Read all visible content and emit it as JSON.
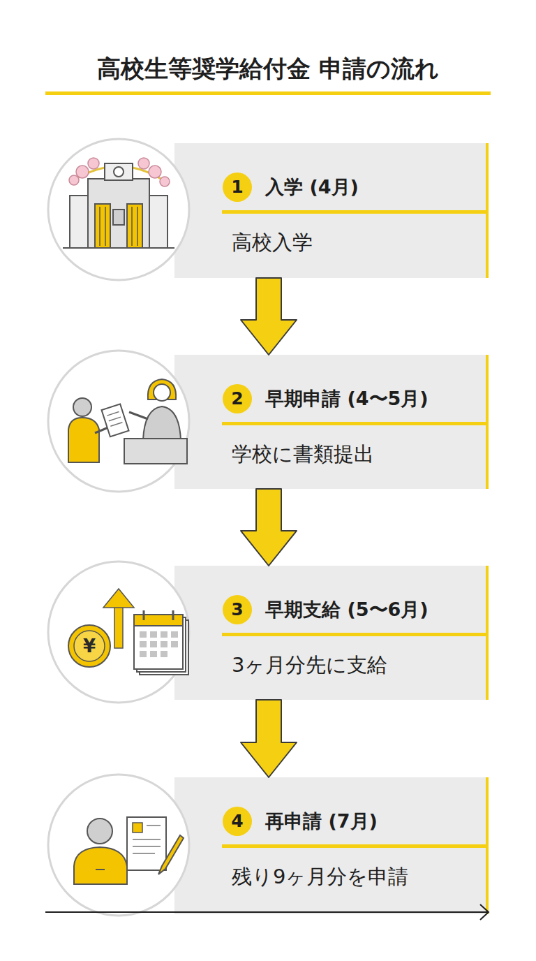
{
  "diagram": {
    "title": "高校生等奨学給付金 申請の流れ",
    "nodes": [
      {
        "text": [
          "入学 (4月)",
          "高校入学"
        ]
      },
      {
        "text": [
          "1"
        ],
        "in": 0
      },
      {
        "text": [
          "早期申請 (4〜5月)",
          "学校に書類提出"
        ]
      },
      {
        "text": [
          "2"
        ],
        "in": 2
      },
      {
        "text": [
          "早期支給 (5〜6月)",
          "3ヶ月分先に支給"
        ]
      },
      {
        "text": [
          "3"
        ],
        "in": 4
      },
      {
        "text": [
          "再申請 (7月)",
          "残り9ヶ月分を申請"
        ]
      },
      {
        "text": [
          "4"
        ],
        "in": 6
      }
    ],
    "edges": [
      {
        "from": 0,
        "to": 2,
        "arrow": "to"
      },
      {
        "from": 2,
        "to": 4,
        "arrow": "to"
      },
      {
        "from": 4,
        "to": 6,
        "arrow": "to"
      }
    ],
    "labels": [
      "¥"
    ]
  }
}
